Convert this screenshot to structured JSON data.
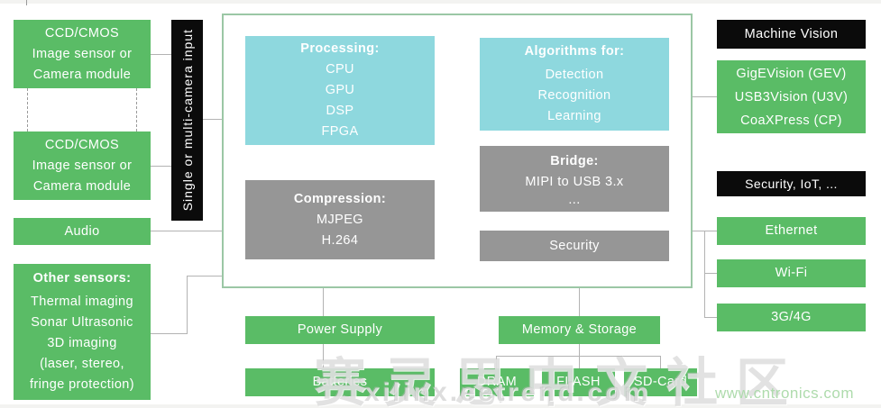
{
  "diagram": {
    "left": {
      "camera1": {
        "lines": [
          "CCD/CMOS",
          "Image sensor or",
          "Camera module"
        ]
      },
      "camera2": {
        "lines": [
          "CCD/CMOS",
          "Image sensor or",
          "Camera module"
        ]
      },
      "audio": "Audio",
      "other_sensors": {
        "title": "Other sensors:",
        "lines": [
          "Thermal imaging",
          "Sonar Ultrasonic",
          "3D imaging",
          "(laser, stereo,",
          "fringe protection)"
        ]
      }
    },
    "input_bar": "Single or multi-camera input",
    "core": {
      "processing": {
        "title": "Processing:",
        "items": [
          "CPU",
          "GPU",
          "DSP",
          "FPGA"
        ]
      },
      "algorithms": {
        "title": "Algorithms for:",
        "items": [
          "Detection",
          "Recognition",
          "Learning"
        ]
      },
      "compression": {
        "title": "Compression:",
        "items": [
          "MJPEG",
          "H.264"
        ]
      },
      "bridge": {
        "title": "Bridge:",
        "items": [
          "MIPI to USB 3.x",
          "..."
        ]
      },
      "security": "Security"
    },
    "right": {
      "machine_vision_label": "Machine Vision",
      "vision_standards": [
        "GigEVision (GEV)",
        "USB3Vision (U3V)",
        "CoaXPress (CP)"
      ],
      "security_iot_label": "Security, IoT, ...",
      "connectivity": [
        "Ethernet",
        "Wi-Fi",
        "3G/4G"
      ]
    },
    "bottom": {
      "power_supply": "Power Supply",
      "batteries": "Batteries",
      "memory_storage": "Memory & Storage",
      "memory_types": [
        "DRAM",
        "FLASH",
        "SD-Card"
      ]
    },
    "watermarks": {
      "center_cn": "赛灵思中文社区",
      "center_url": "xilinx.eetrend.com",
      "bottom_right": "www.cntronics.com"
    },
    "colors": {
      "green": "#5abc66",
      "blue": "#8ed8de",
      "gray": "#969696",
      "black": "#0b0b0b",
      "core_border": "#9bc7a5",
      "connector": "#b3b3b3"
    }
  }
}
